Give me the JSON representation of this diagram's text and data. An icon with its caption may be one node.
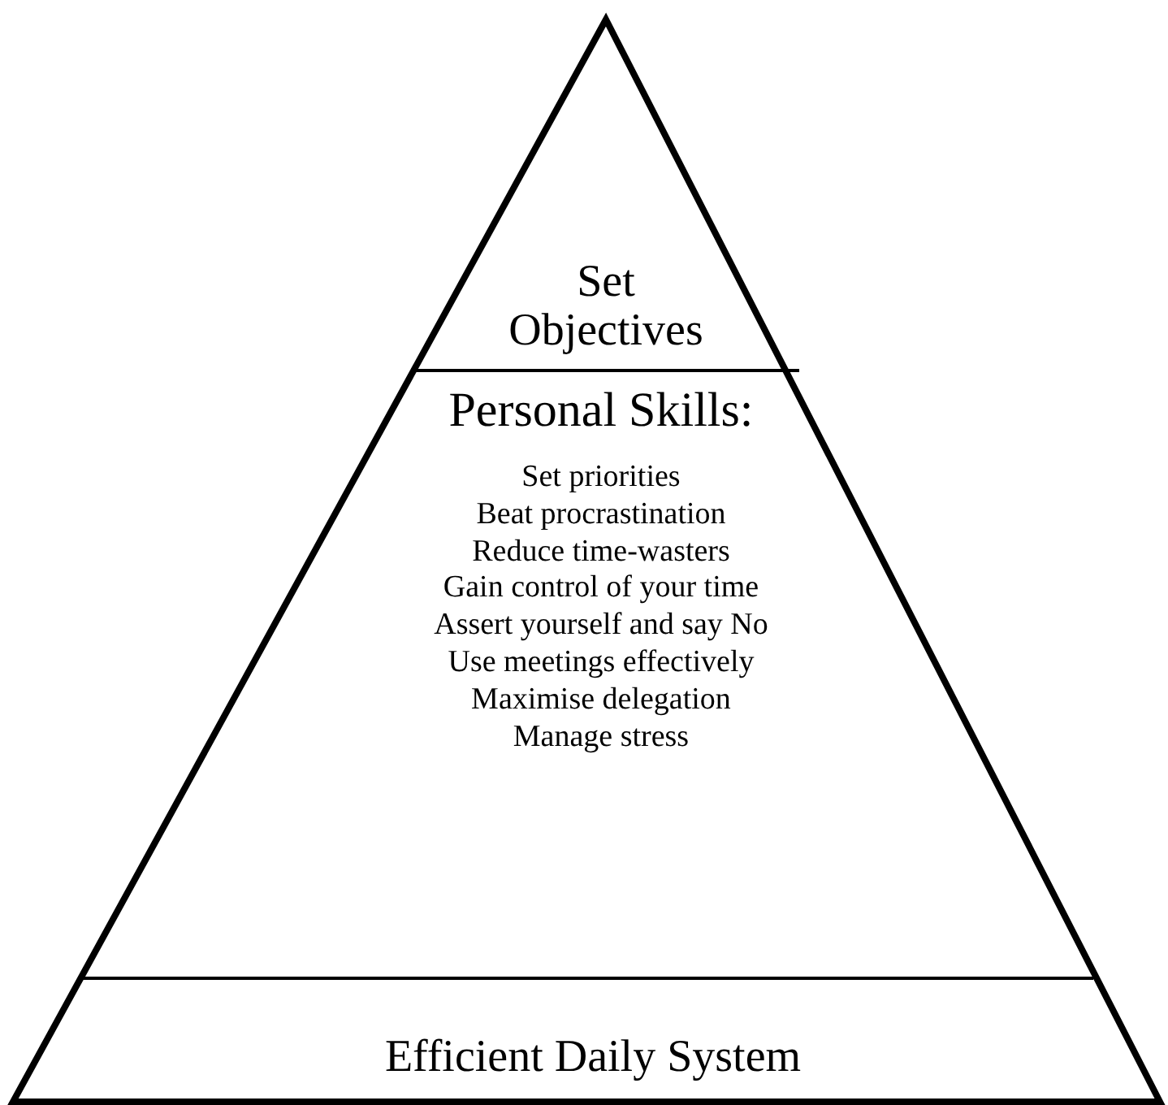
{
  "diagram": {
    "nodes": [
      {
        "text": [
          "Set Objectives"
        ]
      },
      {
        "text": [
          "Personal Skills:",
          "Set priorities",
          "Beat procrastination",
          "Reduce time-wasters",
          "Gain control of your time",
          "Assert yourself and say No",
          "Use meetings effectively",
          "Maximise delegation",
          "Manage stress"
        ]
      },
      {
        "text": [
          "Efficient Daily System"
        ]
      }
    ]
  }
}
